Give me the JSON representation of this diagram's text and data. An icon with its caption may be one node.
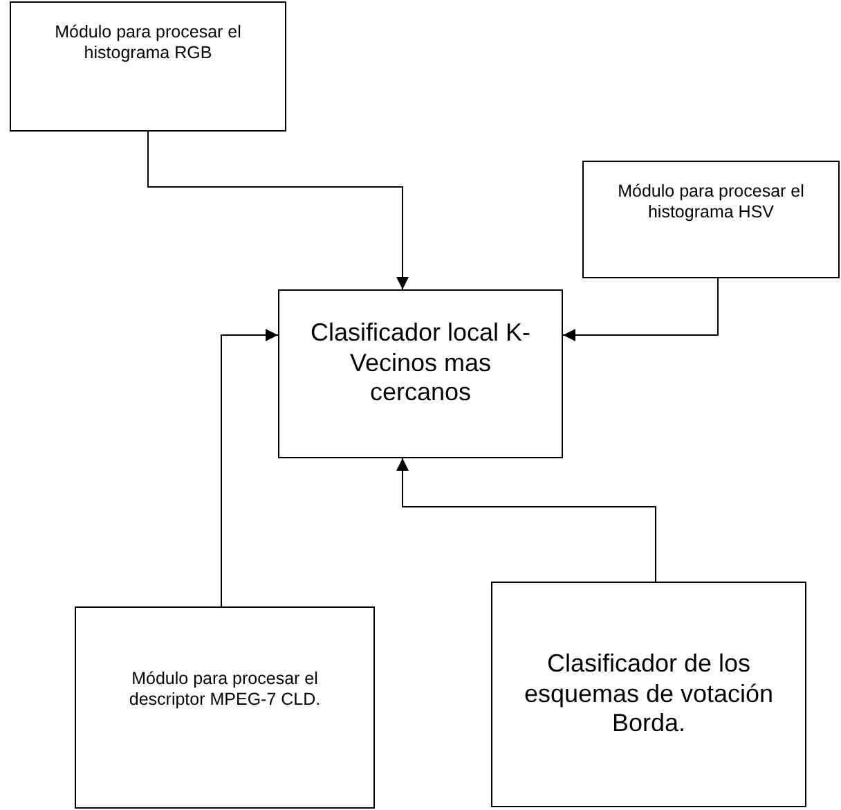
{
  "diagram": {
    "nodes": [
      {
        "text": [
          "Módulo para procesar el histograma RGB"
        ]
      },
      {
        "text": [
          "Clasificador local K-Vecinos mas cercanos"
        ]
      },
      {
        "text": [
          "Módulo para procesar el histograma HSV"
        ]
      },
      {
        "text": [
          "Módulo para procesar el descriptor MPEG-7 CLD."
        ]
      },
      {
        "text": [
          "Clasificador de los esquemas de votación Borda."
        ]
      }
    ],
    "edges": [
      {
        "from": 0,
        "to": 1,
        "arrow": "to"
      },
      {
        "from": 2,
        "to": 1,
        "arrow": "to"
      },
      {
        "from": 3,
        "to": 1,
        "arrow": "to"
      },
      {
        "from": 4,
        "to": 1,
        "arrow": "to"
      }
    ]
  }
}
